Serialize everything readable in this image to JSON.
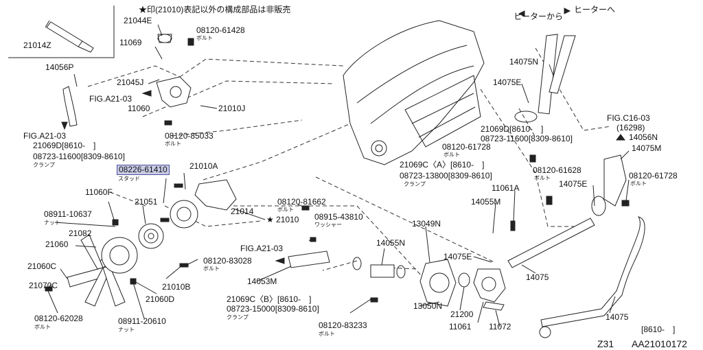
{
  "notice": "★印(21010)表記以外の構成部品は非販売",
  "footer": {
    "range": "[8610-　]",
    "model": "Z31",
    "code": "AA21010172"
  },
  "labels": [
    {
      "id": "21014z",
      "text": "21014Z"
    },
    {
      "id": "21044e",
      "text": "21044E"
    },
    {
      "id": "08120-61428",
      "text": "08120-61428"
    },
    {
      "id": "bolt1",
      "text": "ボルト"
    },
    {
      "id": "11069",
      "text": "11069"
    },
    {
      "id": "14056p",
      "text": "14056P"
    },
    {
      "id": "21045j",
      "text": "21045J"
    },
    {
      "id": "figa21-03a",
      "text": "FIG.A21-03"
    },
    {
      "id": "11060",
      "text": "11060"
    },
    {
      "id": "21010j",
      "text": "21010J"
    },
    {
      "id": "figa21-03b",
      "text": "FIG.A21-03"
    },
    {
      "id": "21069d-a",
      "text": "21069D[8610-　]"
    },
    {
      "id": "08723-11600-a",
      "text": "08723-11600[8309-8610]"
    },
    {
      "id": "clamp1",
      "text": "クランプ"
    },
    {
      "id": "08120-85033",
      "text": "08120-85033"
    },
    {
      "id": "bolt2",
      "text": "ボルト"
    },
    {
      "id": "08226-61410",
      "text": "08226-61410"
    },
    {
      "id": "stud",
      "text": "スタッド"
    },
    {
      "id": "21010a",
      "text": "21010A"
    },
    {
      "id": "11060f",
      "text": "11060F"
    },
    {
      "id": "21051",
      "text": "21051"
    },
    {
      "id": "08911-10637",
      "text": "08911-10637"
    },
    {
      "id": "nut1",
      "text": "ナット"
    },
    {
      "id": "21082",
      "text": "21082"
    },
    {
      "id": "21060",
      "text": "21060"
    },
    {
      "id": "21060c",
      "text": "21060C"
    },
    {
      "id": "21070c",
      "text": "21070C"
    },
    {
      "id": "21010b",
      "text": "21010B"
    },
    {
      "id": "21060d",
      "text": "21060D"
    },
    {
      "id": "08120-62028",
      "text": "08120-62028"
    },
    {
      "id": "bolt3",
      "text": "ボルト"
    },
    {
      "id": "08911-20610",
      "text": "08911-20610"
    },
    {
      "id": "nut2",
      "text": "ナット"
    },
    {
      "id": "21014",
      "text": "21014"
    },
    {
      "id": "21010",
      "text": "★ 21010"
    },
    {
      "id": "08120-81662",
      "text": "08120-81662"
    },
    {
      "id": "bolt4",
      "text": "ボルト"
    },
    {
      "id": "08915-43810",
      "text": "08915-43810"
    },
    {
      "id": "washer",
      "text": "ワッシャー"
    },
    {
      "id": "figa21-03c",
      "text": "FIG.A21-03"
    },
    {
      "id": "08120-83028",
      "text": "08120-83028"
    },
    {
      "id": "bolt5",
      "text": "ボルト"
    },
    {
      "id": "14053m",
      "text": "14053M"
    },
    {
      "id": "21069cb",
      "text": "21069C〈B〉[8610-　]"
    },
    {
      "id": "08723-15000",
      "text": "08723-15000[8309-8610]"
    },
    {
      "id": "clamp2",
      "text": "クランプ"
    },
    {
      "id": "08120-83233",
      "text": "08120-83233"
    },
    {
      "id": "bolt6",
      "text": "ボルト"
    },
    {
      "id": "14055n",
      "text": "14055N"
    },
    {
      "id": "13049n",
      "text": "13049N"
    },
    {
      "id": "13050n",
      "text": "13050N"
    },
    {
      "id": "21200",
      "text": "21200"
    },
    {
      "id": "11061",
      "text": "11061"
    },
    {
      "id": "11072",
      "text": "11072"
    },
    {
      "id": "14075e-a",
      "text": "14075E"
    },
    {
      "id": "14055m",
      "text": "14055M"
    },
    {
      "id": "11061a",
      "text": "11061A"
    },
    {
      "id": "21069ca",
      "text": "21069C〈A〉[8610-　]"
    },
    {
      "id": "08723-13800",
      "text": "08723-13800[8309-8610]"
    },
    {
      "id": "clamp3",
      "text": "クランプ"
    },
    {
      "id": "08120-61728-a",
      "text": "08120-61728"
    },
    {
      "id": "bolt7",
      "text": "ボルト"
    },
    {
      "id": "08120-61628",
      "text": "08120-61628"
    },
    {
      "id": "bolt8",
      "text": "ボルト"
    },
    {
      "id": "14075e-b",
      "text": "14075E"
    },
    {
      "id": "08120-61728-b",
      "text": "08120-61728"
    },
    {
      "id": "bolt9",
      "text": "ボルト"
    },
    {
      "id": "14075-a",
      "text": "14075"
    },
    {
      "id": "14075-b",
      "text": "14075"
    },
    {
      "id": "heater-from",
      "text": "ヒーターから"
    },
    {
      "id": "heater-to",
      "text": "ヒーターへ"
    },
    {
      "id": "14075n",
      "text": "14075N"
    },
    {
      "id": "14075e-c",
      "text": "14075E"
    },
    {
      "id": "21069d-b",
      "text": "21069D[8610-　]"
    },
    {
      "id": "08723-11600-b",
      "text": "08723-11600[8309-8610]"
    },
    {
      "id": "figc16-03",
      "text": "FIG.C16-03"
    },
    {
      "id": "16298",
      "text": "(16298)"
    },
    {
      "id": "14056n",
      "text": "14056N"
    },
    {
      "id": "14075m",
      "text": "14075M"
    }
  ]
}
